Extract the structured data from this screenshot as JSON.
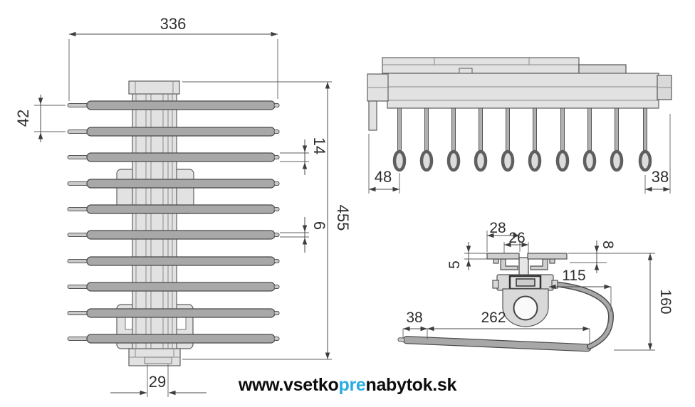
{
  "watermark": {
    "prefix": "www.vsetko",
    "highlight": "pre",
    "suffix": "nabytok.sk",
    "highlight_color": "#29abe2"
  },
  "front_view": {
    "width": "336",
    "row_spacing": "42",
    "bar_diameter": "14",
    "tip_diameter": "6",
    "total_length": "455",
    "base_width": "29"
  },
  "side_view": {
    "front_offset": "48",
    "rear_offset": "38"
  },
  "section_view": {
    "plate_width": "28",
    "groove_width": "26",
    "plate_height": "5",
    "profile_height": "8",
    "hook_reach": "115",
    "drop_height": "160",
    "tip_length": "38",
    "bar_length": "262"
  },
  "colors": {
    "accent": "#29abe2",
    "bar_fill": "#a8a8a8",
    "panel_fill": "#e2e2e2",
    "dimension_line": "#4a4a4a"
  }
}
